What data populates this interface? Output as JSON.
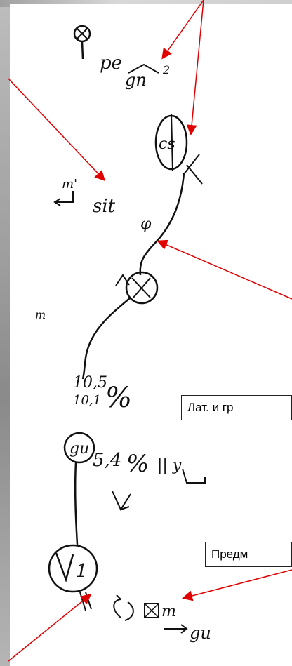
{
  "callouts": [
    {
      "text": "Лат. и гр"
    },
    {
      "text": "Предм"
    }
  ],
  "handwriting": {
    "node_top_label": "pe",
    "node_top_sup": "2",
    "node_top_sub": "gn",
    "node_cs": "cs",
    "tick_left_label": "m'",
    "tick_right_label": "sit",
    "phi": "φ",
    "margin_mark": "m",
    "pct_1": "10,5",
    "pct_2": "10,1",
    "pct_sign_1": "%",
    "node_gu": "gu",
    "pct_3": "5,4",
    "pct_sign_2": "%",
    "parallel_label": "|| y",
    "node_v": "V",
    "node_v_sub": "1",
    "bottom_label": "gu",
    "bottom_mark": "m"
  },
  "colors": {
    "arrow": "#e00000",
    "ink": "#111111"
  }
}
